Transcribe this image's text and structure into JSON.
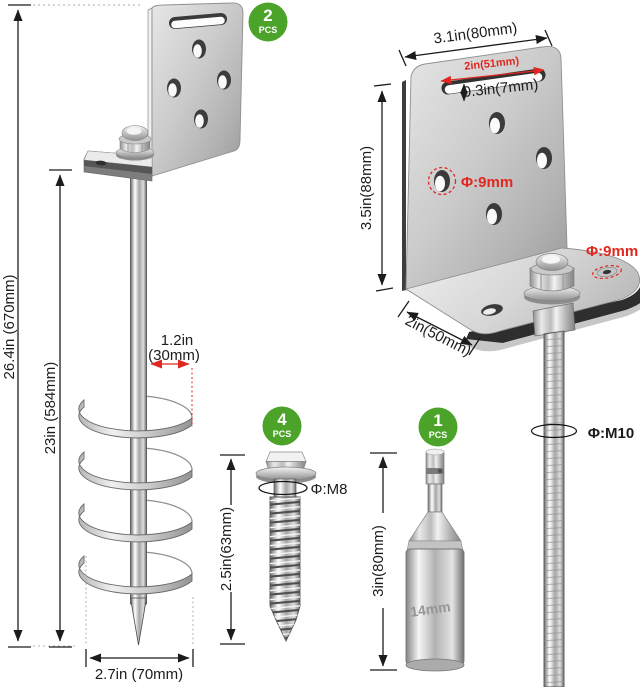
{
  "title": "Ground anchor kit dimension diagram",
  "badges": {
    "anchor": {
      "count": "2",
      "unit": "PCS"
    },
    "screw": {
      "count": "4",
      "unit": "PCS"
    },
    "adapter": {
      "count": "1",
      "unit": "PCS"
    }
  },
  "anchor": {
    "overall_height": "26.4in (670mm)",
    "shaft_height": "23in (584mm)",
    "blade_offset_line1": "1.2in",
    "blade_offset_line2": "(30mm)",
    "blade_width": "2.7in (70mm)"
  },
  "bracket": {
    "width": "3.1in(80mm)",
    "slot_length": "2in(51mm)",
    "slot_height": "0.3in(7mm)",
    "height": "3.5in(88mm)",
    "plate_hole_dia": "Φ:9mm",
    "base_hole_dia": "Φ:9mm",
    "base_depth": "2in(50mm)",
    "rod_dia": "Φ:M10"
  },
  "screw": {
    "dia": "Φ:M8",
    "length": "2.5in(63mm)"
  },
  "adapter": {
    "length": "3in(80mm)",
    "socket_size": "14mm"
  },
  "colors": {
    "badge_green": "#4ba32a",
    "dim_red": "#e02820",
    "dim_black": "#1c1c1c"
  }
}
